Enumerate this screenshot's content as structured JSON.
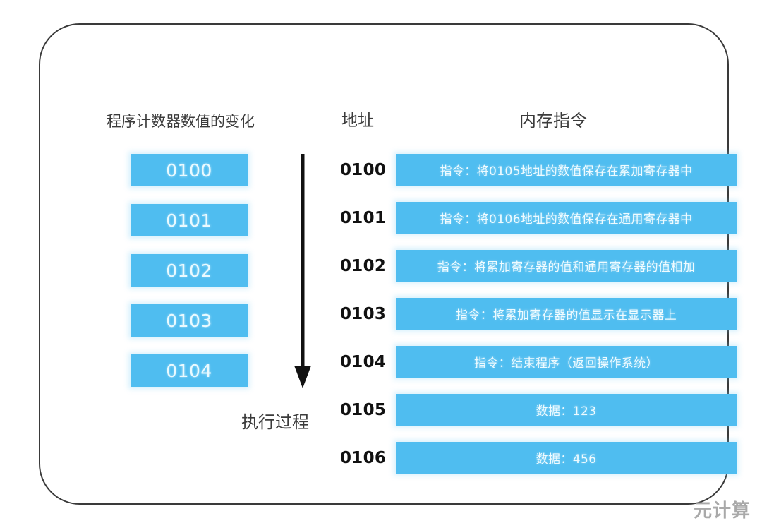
{
  "diagram": {
    "headings": {
      "program_counter": "程序计数器数值的变化",
      "address": "地址",
      "memory_instruction": "内存指令"
    },
    "program_counter_values": [
      "0100",
      "0101",
      "0102",
      "0103",
      "0104"
    ],
    "execution_flow": {
      "label": "执行过程",
      "arrow_icon": "down-arrow-icon"
    },
    "memory_rows": [
      {
        "address": "0100",
        "content": "指令：将0105地址的数值保存在累加寄存器中",
        "kind": "instruction"
      },
      {
        "address": "0101",
        "content": "指令：将0106地址的数值保存在通用寄存器中",
        "kind": "instruction"
      },
      {
        "address": "0102",
        "content": "指令：将累加寄存器的值和通用寄存器的值相加",
        "kind": "instruction"
      },
      {
        "address": "0103",
        "content": "指令：将累加寄存器的值显示在显示器上",
        "kind": "instruction"
      },
      {
        "address": "0104",
        "content": "指令：结束程序（返回操作系统）",
        "kind": "instruction"
      },
      {
        "address": "0105",
        "content": "数据：123",
        "kind": "data"
      },
      {
        "address": "0106",
        "content": "数据：456",
        "kind": "data"
      }
    ],
    "watermark": "元计算",
    "colors": {
      "bar_blue": "#4fbdf0",
      "bar_text": "#effbff",
      "card_border": "#3a3a3a",
      "heading_text": "#3b3b3b",
      "address_text": "#111111",
      "watermark_text": "#9b9b9b"
    }
  }
}
